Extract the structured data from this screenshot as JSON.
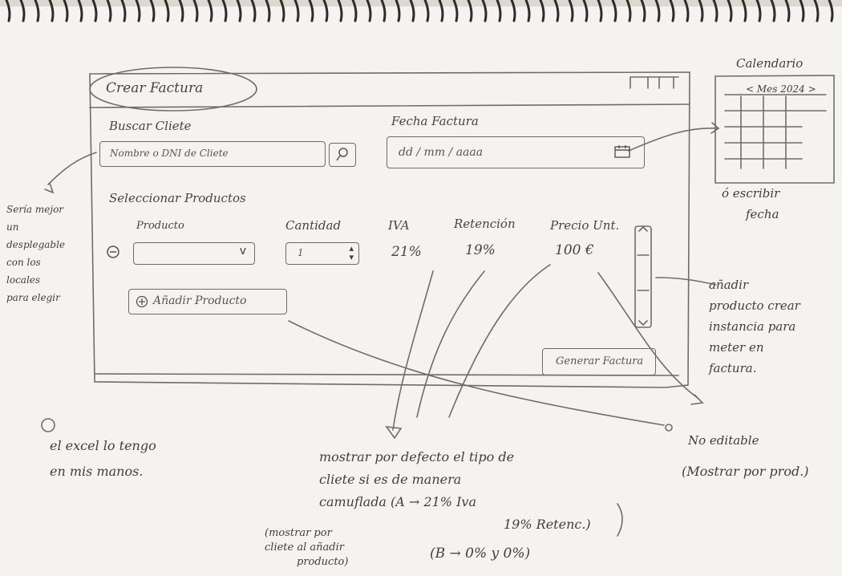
{
  "window": {
    "title": "Crear Factura"
  },
  "client": {
    "label": "Buscar Cliete",
    "placeholder": "Nombre o DNI de Cliete"
  },
  "invoice_date": {
    "label": "Fecha Factura",
    "placeholder": "dd / mm / aaaa"
  },
  "products": {
    "section_title": "Seleccionar Productos",
    "columns": {
      "product": "Producto",
      "quantity": "Cantidad",
      "iva": "IVA",
      "retention": "Retención",
      "unit_price": "Precio Unt."
    },
    "row": {
      "quantity": "1",
      "iva": "21%",
      "retention": "19%",
      "unit_price": "100 €"
    },
    "add_button": "Añadir Producto"
  },
  "generate_button": "Generar Factura",
  "calendar": {
    "title": "Calendario",
    "month_header": "< Mes 2024 >",
    "caption_line1": "ó escribir",
    "caption_line2": "fecha"
  },
  "notes": {
    "dropdown_lines": [
      "Sería mejor",
      "un",
      "desplegable",
      "con los",
      "locales",
      "para elegir"
    ],
    "add_instance_lines": [
      "añadir",
      "producto crear",
      "instancia para",
      "meter en",
      "factura."
    ],
    "no_editable_line1": "No editable",
    "no_editable_line2": "(Mostrar por prod.)",
    "excel_line1": "el excel lo tengo",
    "excel_line2": "en mis manos.",
    "default_lines": [
      "mostrar por defecto el tipo de",
      "cliete si es de manera",
      "camuflada (A → 21% Iva",
      "19% Retenc.)"
    ],
    "b_line": "(B → 0% y 0%)",
    "show_by_client_lines": [
      "(mostrar por",
      "cliete al añadir",
      "producto)"
    ]
  }
}
